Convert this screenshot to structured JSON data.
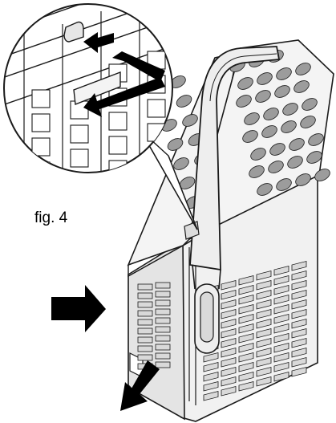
{
  "figure": {
    "label": "fig. 4"
  },
  "colors": {
    "line": "#1a1a1a",
    "basket_fill": "#f1f1f1",
    "basket_shade": "#d9d9d9",
    "hole_fill": "#9c9c9c",
    "arrow": "#000000",
    "background": "#ffffff"
  },
  "parts": {
    "callout": "magnified-latch-detail",
    "basket": "cutlery-basket",
    "handle": "carrying-handle",
    "lid": "perforated-lid"
  }
}
